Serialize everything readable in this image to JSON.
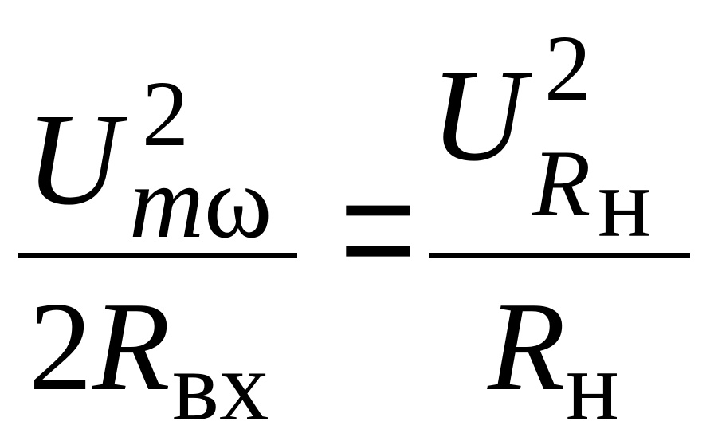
{
  "formula": {
    "left": {
      "numerator": {
        "base": "U",
        "sup": "2",
        "sub_italic": "m",
        "sub_upright": "ω"
      },
      "denominator": {
        "coef": "2",
        "base": "R",
        "sub": "вх"
      }
    },
    "equals": "=",
    "right": {
      "numerator": {
        "base": "U",
        "sup": "2",
        "sub": "R",
        "subsub": "н"
      },
      "denominator": {
        "base": "R",
        "sub": "н"
      }
    }
  }
}
